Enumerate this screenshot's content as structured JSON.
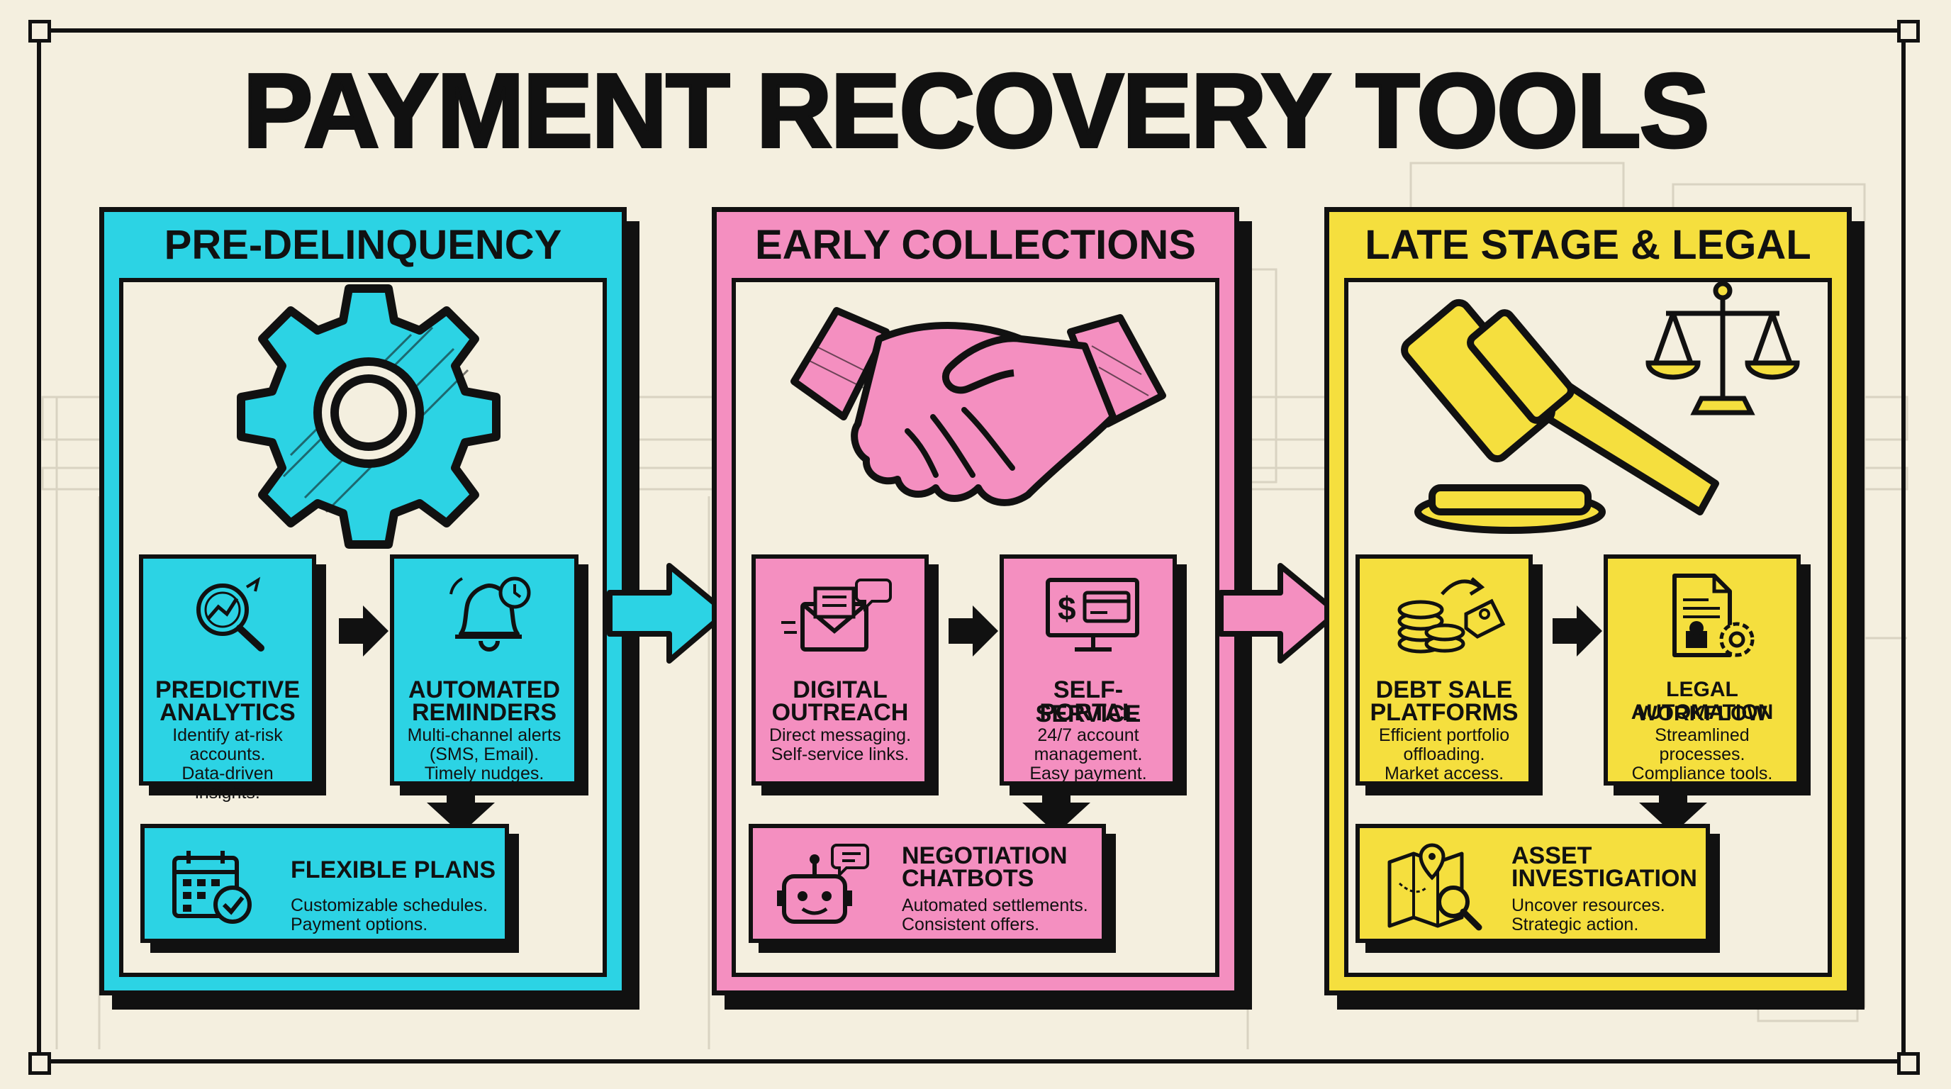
{
  "title": "PAYMENT RECOVERY TOOLS",
  "colors": {
    "cyan": "#2cd3e4",
    "pink": "#f48fc0",
    "yellow": "#f5df3e",
    "ink": "#111111",
    "paper": "#f4efdf"
  },
  "panels": [
    {
      "title": "PRE-DELINQUENCY",
      "illustration": "gear-icon",
      "cards": [
        {
          "title_line1": "PREDICTIVE",
          "title_line2": "ANALYTICS",
          "desc": "Identify at-risk\naccounts.\nData-driven insights.",
          "icon": "analytics-magnifier-icon"
        },
        {
          "title_line1": "AUTOMATED",
          "title_line2": "REMINDERS",
          "desc": "Multi-channel alerts\n(SMS, Email).\nTimely nudges.",
          "icon": "bell-clock-icon"
        }
      ],
      "wide_card": {
        "title_line1": "FLEXIBLE PLANS",
        "title_line2": "",
        "desc": "Customizable schedules.\nPayment options.",
        "icon": "calendar-check-icon"
      }
    },
    {
      "title": "EARLY COLLECTIONS",
      "illustration": "handshake-icon",
      "cards": [
        {
          "title_line1": "DIGITAL",
          "title_line2": "OUTREACH",
          "desc": "Direct messaging.\nSelf-service links.",
          "icon": "envelope-chat-icon"
        },
        {
          "title_line1": "SELF-SERVICE",
          "title_line2": "PORTAL",
          "desc": "24/7 account\nmanagement.\nEasy payment.",
          "icon": "monitor-payment-icon"
        }
      ],
      "wide_card": {
        "title_line1": "NEGOTIATION",
        "title_line2": "CHATBOTS",
        "desc": "Automated settlements.\nConsistent offers.",
        "icon": "robot-chat-icon"
      }
    },
    {
      "title": "LATE STAGE & LEGAL",
      "illustration": "gavel-scales-icon",
      "cards": [
        {
          "title_line1": "DEBT SALE",
          "title_line2": "PLATFORMS",
          "desc": "Efficient portfolio\noffloading.\nMarket access.",
          "icon": "coins-tag-icon"
        },
        {
          "title_line1": "LEGAL WORKFLOW",
          "title_line2": "AUTOMATION",
          "desc": "Streamlined\nprocesses.\nCompliance tools.",
          "icon": "document-gear-icon"
        }
      ],
      "wide_card": {
        "title_line1": "ASSET",
        "title_line2": "INVESTIGATION",
        "desc": "Uncover resources.\nStrategic action.",
        "icon": "map-search-icon"
      }
    }
  ]
}
